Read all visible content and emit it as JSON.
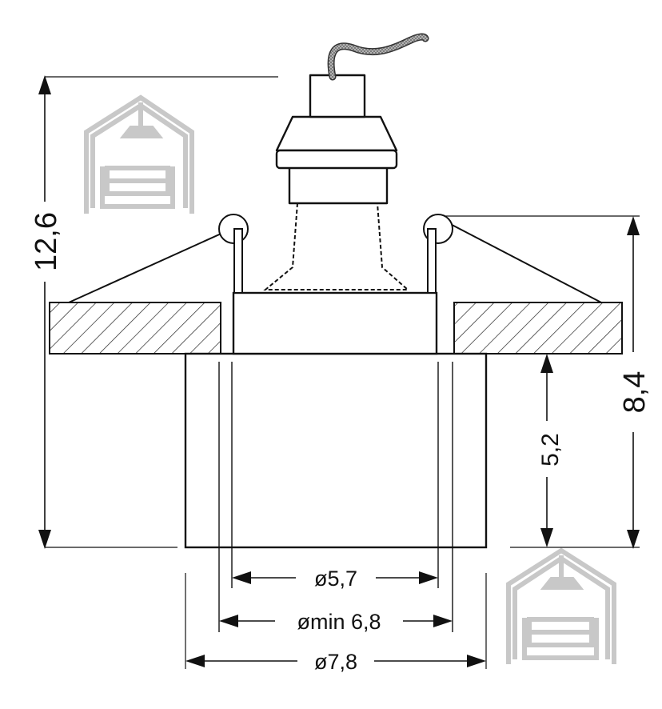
{
  "dimensions": {
    "total_height": "12,6",
    "side_height": "8,4",
    "visible_height": "5,2",
    "inner_diameter": "ø5,7",
    "cutout_diameter": "ømin 6,8",
    "outer_diameter": "ø7,8"
  },
  "colors": {
    "line": "#111111",
    "watermark": "#c8c8c8",
    "hatch": "#222222"
  },
  "icons": {
    "watermark": "house-lamp-logo-icon"
  }
}
